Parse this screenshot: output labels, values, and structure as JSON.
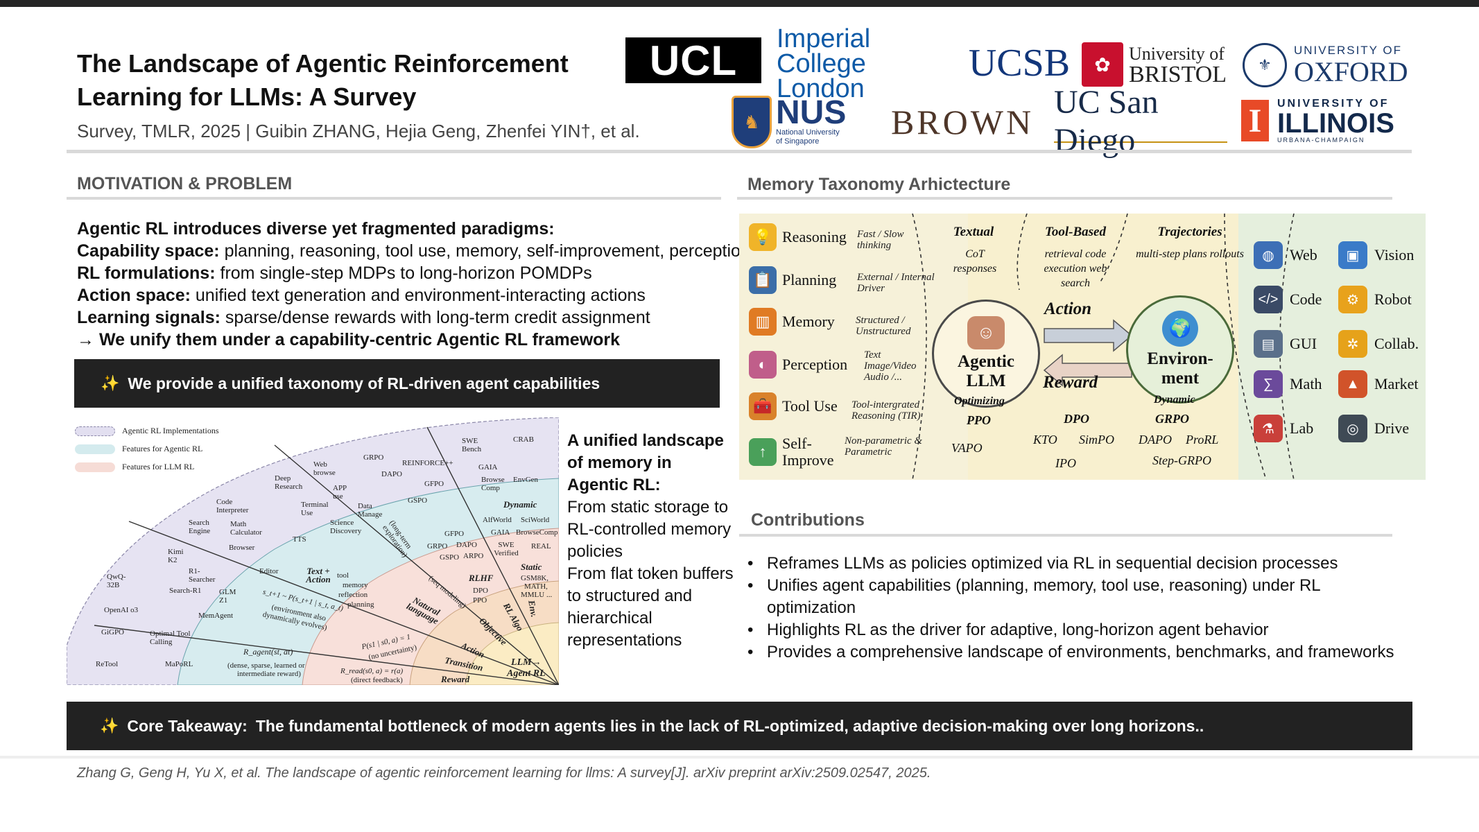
{
  "header": {
    "title": "The Landscape of Agentic Reinforcement Learning for LLMs: A Survey",
    "subtitle": "Survey, TMLR, 2025 | Guibin ZHANG, Hejia Geng, Zhenfei YIN†, et al."
  },
  "logos": {
    "ucl": "UCL",
    "imperial": [
      "Imperial College",
      "London"
    ],
    "ucsb": "UCSB",
    "bristol": [
      "University of",
      "BRISTOL"
    ],
    "oxford": [
      "UNIVERSITY OF",
      "OXFORD"
    ],
    "nus": [
      "NUS",
      "National University",
      "of Singapore"
    ],
    "brown": "BROWN",
    "ucsd": "UC San Diego",
    "illinois": [
      "UNIVERSITY OF",
      "ILLINOIS",
      "URBANA-CHAMPAIGN"
    ]
  },
  "motivation": {
    "heading": "MOTIVATION & PROBLEM",
    "lines": [
      {
        "label": "Agentic RL introduces diverse yet fragmented paradigms:",
        "text": ""
      },
      {
        "label": "Capability space:",
        "text": " planning, reasoning, tool use, memory, self-improvement, perception"
      },
      {
        "label": "RL formulations:",
        "text": " from single-step MDPs to long-horizon POMDPs"
      },
      {
        "label": "Action space:",
        "text": " unified text generation and environment-interacting actions"
      },
      {
        "label": "Learning signals:",
        "text": " sparse/dense rewards with long-term credit assignment"
      },
      {
        "label": "→ We unify them under a capability-centric Agentic RL framework",
        "text": ""
      }
    ],
    "banner": "We provide a unified taxonomy of RL-driven agent capabilities"
  },
  "landscape": {
    "legend": [
      "Agentic RL Implementations",
      "Features for Agentic RL",
      "Features for LLM RL"
    ],
    "legend_colors": [
      "#e2dff0",
      "#d4ebee",
      "#f6dcd6"
    ],
    "inner": [
      "LLM→",
      "Agent RL"
    ],
    "ring1": [
      "Reward",
      "Transition",
      "Action",
      "Objective",
      "RL Algo",
      "Env."
    ],
    "ring2_labels": [
      "Natural language",
      "RLHF",
      "Static"
    ],
    "ring2_formulas": [
      "R_read(s0, a) = r(a)",
      "(direct feedback)",
      "P(s1 | s0, a) = 1",
      "(no uncertainty)",
      "(seq modeling)"
    ],
    "ring2_items": [
      "DPO",
      "PPO",
      "GSM8K,",
      "MATH,",
      "MMLU ..."
    ],
    "ring3_labels": [
      "Text + Action",
      "Dynamic"
    ],
    "ring3_formulas": [
      "R_agent(st, at)",
      "(dense, sparse, learned or",
      "intermediate reward)",
      "s_t+1 ~ P(s_t+1 | s_t, a_t)",
      "(environment also",
      "dynamically evolves)",
      "(long-term exploration)"
    ],
    "ring3_items": [
      "tool",
      "memory",
      "reflection",
      "planning",
      "GFPO",
      "DAPO",
      "ARPO",
      "GRPO",
      "GSPO",
      "AlfWorld",
      "SciWorld",
      "GAIA",
      "BrowseComp",
      "SWE Verified",
      "REAL"
    ],
    "outer_items": [
      "GiGPO",
      "ReTool",
      "MaPoRL",
      "Optimal Tool Calling",
      "OpenAI o3",
      "QwQ-32B",
      "Search-R1",
      "GLM Z1",
      "MemAgent",
      "R1-Searcher",
      "Kimi K2",
      "Search Engine",
      "Browser",
      "Math Calculator",
      "Code Interpreter",
      "Editor",
      "Deep Research",
      "TTS",
      "Terminal Use",
      "Science Discovery",
      "Web browse",
      "APP use",
      "Data Manage",
      "GRPO",
      "DAPO",
      "GSPO",
      "REINFORCE++",
      "GFPO",
      "SWE Bench",
      "GAIA",
      "CRAB",
      "Browse Comp",
      "EnvGen"
    ],
    "side_title": "A unified landscape of memory in Agentic RL:",
    "side_lines": [
      "From static storage to RL-controlled memory policies",
      "From flat token buffers to structured and hierarchical representations"
    ]
  },
  "memory": {
    "heading": "Memory Taxonomy Arhictecture",
    "capabilities": [
      {
        "name": "Reasoning",
        "desc": "Fast / Slow thinking",
        "icon": "lightbulb-icon",
        "color": "#f0b429"
      },
      {
        "name": "Planning",
        "desc": "External / Internal Driver",
        "icon": "clipboard-icon",
        "color": "#3b6ea8"
      },
      {
        "name": "Memory",
        "desc": "Structured / Unstructured",
        "icon": "chip-icon",
        "color": "#e07b24"
      },
      {
        "name": "Perception",
        "desc": "Text Image/Video Audio /...",
        "icon": "head-icon",
        "color": "#c05e8a"
      },
      {
        "name": "Tool Use",
        "desc": "Tool-intergrated Reasoning (TIR)",
        "icon": "toolbox-icon",
        "color": "#d9822b"
      },
      {
        "name": "Self-Improve",
        "desc": "Non-parametric & Parametric",
        "icon": "growth-icon",
        "color": "#4aa05a"
      }
    ],
    "columns": [
      {
        "head": "Textual",
        "body": "CoT responses"
      },
      {
        "head": "Tool-Based",
        "body": "retrieval code execution web search"
      },
      {
        "head": "Trajectories",
        "body": "multi-step plans rollouts"
      }
    ],
    "agent": [
      "Agentic",
      "LLM"
    ],
    "env": [
      "Environ-",
      "ment"
    ],
    "action": "Action",
    "reward": "Reward",
    "optimizing_label": "Optimizing",
    "optimizing": [
      "PPO",
      "VAPO"
    ],
    "middle_algos": [
      "DPO",
      "KTO",
      "SimPO",
      "IPO"
    ],
    "dynamic_label": "Dynamic",
    "dynamic": [
      "GRPO",
      "DAPO",
      "ProRL",
      "Step-GRPO"
    ],
    "environments": [
      {
        "name": "Web",
        "icon": "globe-icon",
        "color": "#3d6fb6"
      },
      {
        "name": "Vision",
        "icon": "image-icon",
        "color": "#3a7bc8"
      },
      {
        "name": "Code",
        "icon": "code-icon",
        "color": "#3a4a66"
      },
      {
        "name": "Robot",
        "icon": "robot-arm-icon",
        "color": "#e8a21c"
      },
      {
        "name": "GUI",
        "icon": "window-icon",
        "color": "#5a6f8a"
      },
      {
        "name": "Collab.",
        "icon": "network-icon",
        "color": "#e6a21a"
      },
      {
        "name": "Math",
        "icon": "calculator-icon",
        "color": "#6b4a9b"
      },
      {
        "name": "Market",
        "icon": "market-chart-icon",
        "color": "#d1532a"
      },
      {
        "name": "Lab",
        "icon": "flask-icon",
        "color": "#c9403a"
      },
      {
        "name": "Drive",
        "icon": "steering-wheel-icon",
        "color": "#3f4a55"
      }
    ]
  },
  "contributions": {
    "heading": "Contributions",
    "items": [
      "Reframes LLMs as policies optimized via RL in sequential decision processes",
      "Unifies agent capabilities (planning, memory, tool use, reasoning) under RL optimization",
      "Highlights RL as the driver for adaptive, long-horizon agent behavior",
      "Provides a comprehensive landscape of environments, benchmarks, and frameworks"
    ]
  },
  "takeaway": {
    "label": "Core Takeaway:",
    "text": "The fundamental bottleneck of modern agents lies in the lack of RL-optimized, adaptive decision-making over long horizons.."
  },
  "citation": "Zhang G, Geng H, Yu X, et al. The landscape of agentic reinforcement learning for llms: A survey[J]. arXiv preprint arXiv:2509.02547, 2025."
}
